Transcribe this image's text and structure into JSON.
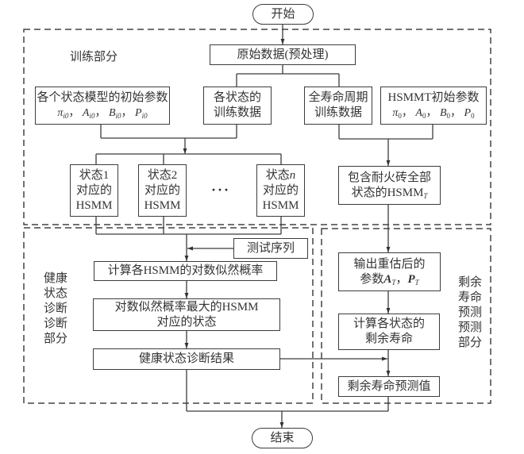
{
  "terminals": {
    "start": "开始",
    "end": "结束"
  },
  "sections": {
    "training": {
      "label": "训练部分"
    },
    "diagnosis": {
      "label_lines": [
        "健康",
        "状态",
        "诊断",
        "诊断",
        "部分"
      ]
    },
    "prediction": {
      "label_lines": [
        "剩余",
        "寿命",
        "预测",
        "预测",
        "部分"
      ]
    }
  },
  "nodes": {
    "raw_data": "原始数据(预处理)",
    "state_init_params": {
      "title": "各个状态模型的初始参数",
      "separator": "，",
      "params": [
        {
          "sym": "π",
          "sub": "i0"
        },
        {
          "sym": "A",
          "sub": "i0"
        },
        {
          "sym": "B",
          "sub": "i0"
        },
        {
          "sym": "P",
          "sub": "i0"
        }
      ]
    },
    "state_training_data": {
      "lines": [
        "各状态的",
        "训练数据"
      ]
    },
    "lifecycle_training_data": {
      "lines": [
        "全寿命周期",
        "训练数据"
      ]
    },
    "hsmmt_init_params": {
      "title": "HSMMT初始参数",
      "separator": "，",
      "params": [
        {
          "sym": "π",
          "sub": "0"
        },
        {
          "sym": "A",
          "sub": "0"
        },
        {
          "sym": "B",
          "sub": "0"
        },
        {
          "sym": "P",
          "sub": "0"
        }
      ]
    },
    "state_hsmms": [
      {
        "prefix": "状态",
        "index": "1",
        "line2": "对应的",
        "line3": "HSMM"
      },
      {
        "prefix": "状态",
        "index": "2",
        "line2": "对应的",
        "line3": "HSMM"
      },
      {
        "prefix": "状态",
        "index": "n",
        "line2": "对应的",
        "line3": "HSMM"
      }
    ],
    "ellipsis": "···",
    "hsmm_t": {
      "line1": "包含耐火砖全部",
      "line2_prefix": "状态的HSMM",
      "line2_sub": "T"
    },
    "test_sequence": "测试序列",
    "compute_loglik": "计算各HSMM的对数似然概率",
    "max_loglik_state": {
      "lines": [
        "对数似然概率最大的HSMM",
        "对应的状态"
      ]
    },
    "health_result": "健康状态诊断结果",
    "reestimated_params": {
      "line1": "输出重估后的",
      "line2_prefix": "参数",
      "separator": "，",
      "params": [
        {
          "sym": "A",
          "sub": "T"
        },
        {
          "sym": "P",
          "sub": "T"
        }
      ]
    },
    "remaining_life_calc": {
      "lines": [
        "计算各状态的",
        "剩余寿命"
      ]
    },
    "rul_value": "剩余寿命预测值"
  }
}
